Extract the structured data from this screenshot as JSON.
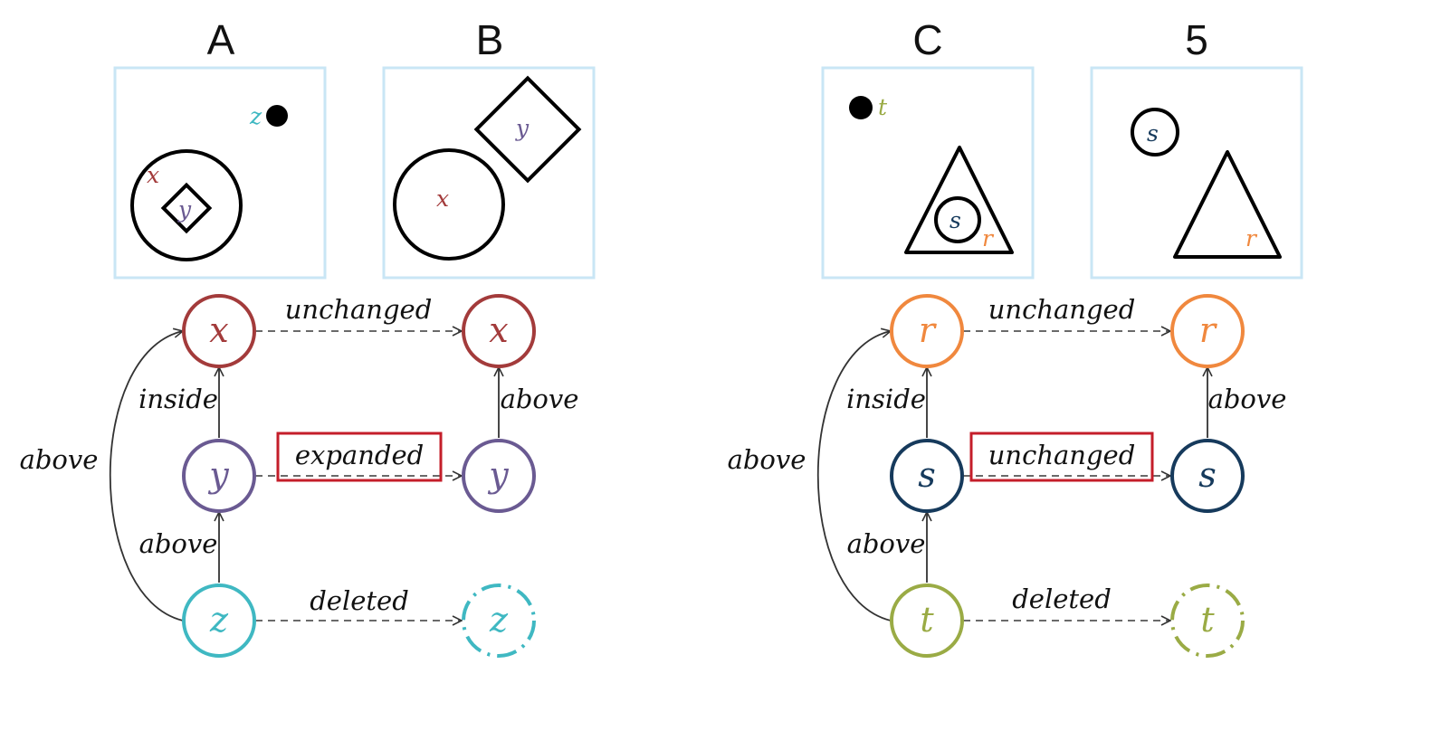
{
  "colors": {
    "x": "#a33b3b",
    "y": "#6a5a92",
    "z": "#3fb8c2",
    "r": "#f0883e",
    "s": "#163a5c",
    "t": "#9aab45",
    "panel_border": "#c9e6f5",
    "highlight_box": "#c41e2a",
    "edge": "#333333"
  },
  "panels": [
    {
      "title": "A",
      "labels": {
        "z": "z",
        "x": "x",
        "y": "y"
      }
    },
    {
      "title": "B",
      "labels": {
        "x": "x",
        "y": "y"
      }
    },
    {
      "title": "C",
      "labels": {
        "t": "t",
        "s": "s",
        "r": "r"
      }
    },
    {
      "title": "5",
      "labels": {
        "s": "s",
        "r": "r"
      }
    }
  ],
  "graphs": [
    {
      "nodes": {
        "top": "x",
        "mid": "y",
        "bottom": "z",
        "top_right": "x",
        "mid_right": "y",
        "bottom_right": "z"
      },
      "edges": {
        "top_change": "unchanged",
        "mid_change": "expanded",
        "bottom_change": "deleted",
        "left_upper": "inside",
        "left_lower": "above",
        "curve": "above",
        "right_upper": "above"
      }
    },
    {
      "nodes": {
        "top": "r",
        "mid": "s",
        "bottom": "t",
        "top_right": "r",
        "mid_right": "s",
        "bottom_right": "t"
      },
      "edges": {
        "top_change": "unchanged",
        "mid_change": "unchanged",
        "bottom_change": "deleted",
        "left_upper": "inside",
        "left_lower": "above",
        "curve": "above",
        "right_upper": "above"
      }
    }
  ]
}
